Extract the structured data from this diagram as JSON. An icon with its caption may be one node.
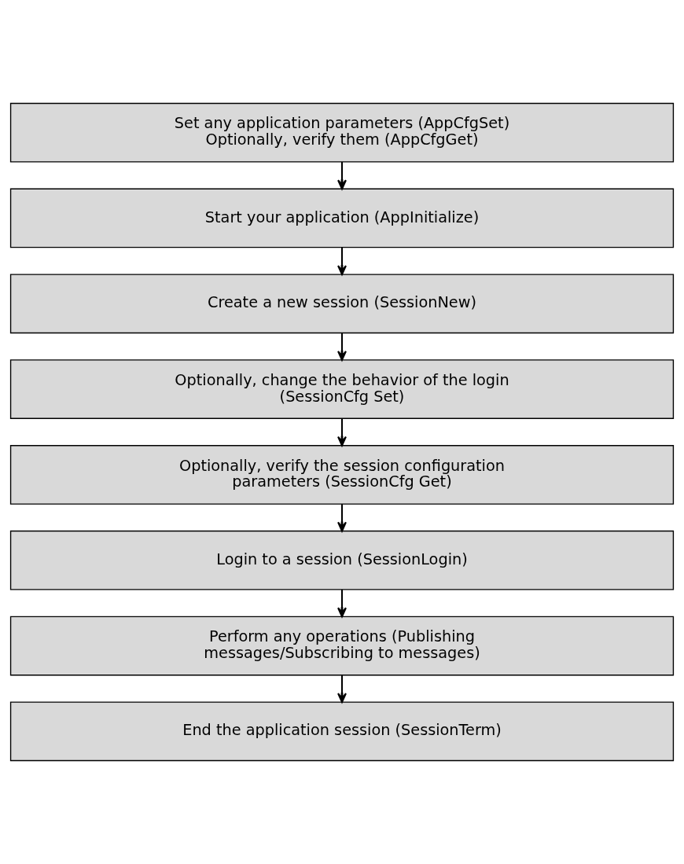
{
  "diagram": {
    "nodes": [
      {
        "text": [
          "Set any application parameters (AppCfgSet)",
          "Optionally, verify them (AppCfgGet)"
        ]
      },
      {
        "text": [
          "Start your application (AppInitialize)"
        ]
      },
      {
        "text": [
          "Create a new session (SessionNew)"
        ]
      },
      {
        "text": [
          "Optionally, change the behavior of the login (SessionCfg Set)"
        ]
      },
      {
        "text": [
          "Optionally, verify the session configuration parameters (SessionCfg Get)"
        ]
      },
      {
        "text": [
          "Login to a session (SessionLogin)"
        ]
      },
      {
        "text": [
          "Perform any operations (Publishing messages/Subscribing to messages)"
        ]
      },
      {
        "text": [
          "End the application session (SessionTerm)"
        ]
      }
    ],
    "edges": [
      {
        "from": 0,
        "to": 1,
        "arrow": "to"
      },
      {
        "from": 1,
        "to": 2,
        "arrow": "to"
      },
      {
        "from": 2,
        "to": 3,
        "arrow": "to"
      },
      {
        "from": 3,
        "to": 4,
        "arrow": "to"
      },
      {
        "from": 4,
        "to": 5,
        "arrow": "to"
      },
      {
        "from": 5,
        "to": 6,
        "arrow": "to"
      },
      {
        "from": 6,
        "to": 7,
        "arrow": "to"
      }
    ]
  }
}
